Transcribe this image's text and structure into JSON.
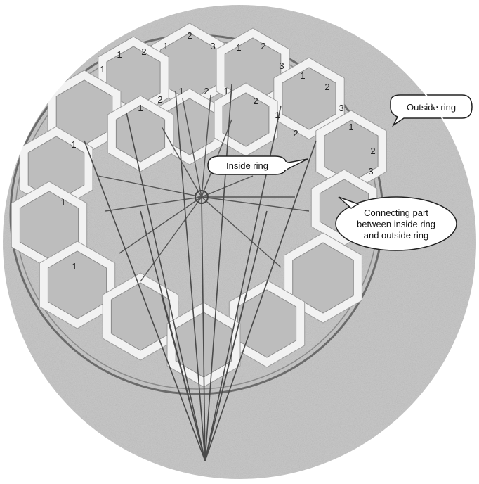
{
  "annotations": {
    "outside_ring": "Outside ring",
    "inside_ring": "Inside ring",
    "connecting_line1": "Connecting part",
    "connecting_line2": "between inside ring",
    "connecting_line3": "and outside ring"
  },
  "panel_numbers": [
    "1",
    "2",
    "3"
  ],
  "colors": {
    "background": "#c9c9c9",
    "panel": "#f4f4f4",
    "hex": "#b9b9b9",
    "line": "#555555"
  }
}
